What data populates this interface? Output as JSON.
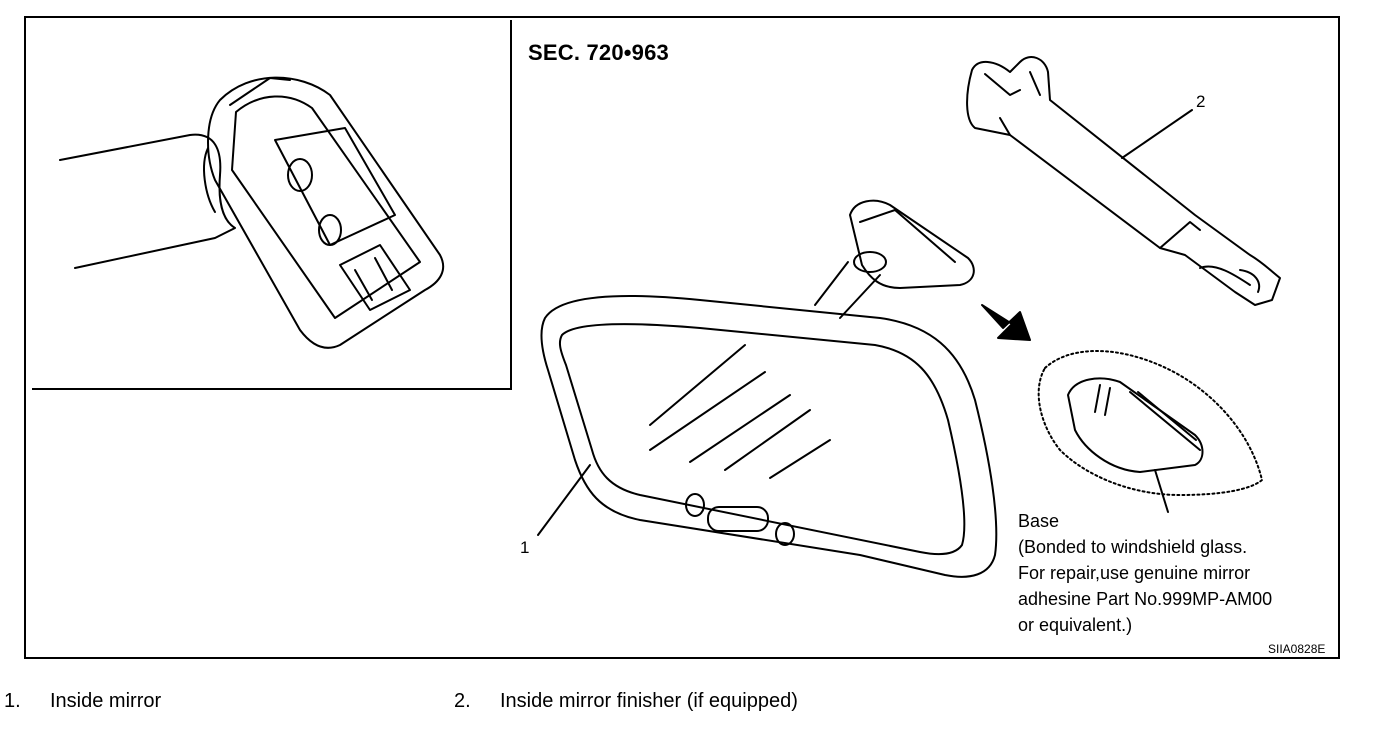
{
  "section_label": "SEC. 720•963",
  "callouts": {
    "one": "1",
    "two": "2"
  },
  "base_note": [
    "Base",
    "(Bonded to windshield glass.",
    "For repair,use genuine mirror",
    "adhesine Part No.999MP-AM00",
    "or equivalent.)"
  ],
  "figure_code": "SIIA0828E",
  "legend": [
    {
      "num": "1.",
      "label": "Inside mirror"
    },
    {
      "num": "2.",
      "label": "Inside mirror finisher (if equipped)"
    }
  ]
}
